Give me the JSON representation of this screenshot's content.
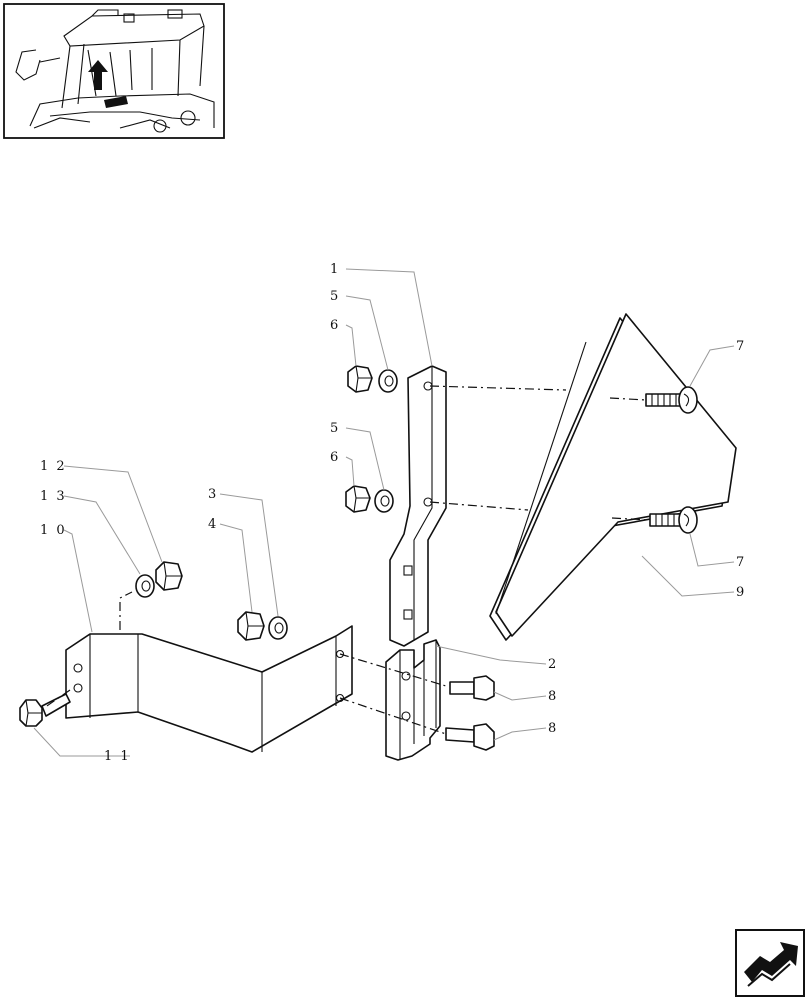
{
  "callouts": [
    {
      "id": "c1",
      "text": "1"
    },
    {
      "id": "c5a",
      "text": "5"
    },
    {
      "id": "c6a",
      "text": "6"
    },
    {
      "id": "c5b",
      "text": "5"
    },
    {
      "id": "c6b",
      "text": "6"
    },
    {
      "id": "c7a",
      "text": "7"
    },
    {
      "id": "c7b",
      "text": "7"
    },
    {
      "id": "c9",
      "text": "9"
    },
    {
      "id": "c12",
      "text": "1 2"
    },
    {
      "id": "c13",
      "text": "1 3"
    },
    {
      "id": "c10",
      "text": "1 0"
    },
    {
      "id": "c3",
      "text": "3"
    },
    {
      "id": "c4",
      "text": "4"
    },
    {
      "id": "c2",
      "text": "2"
    },
    {
      "id": "c8a",
      "text": "8"
    },
    {
      "id": "c8b",
      "text": "8"
    },
    {
      "id": "c11",
      "text": "1 1"
    }
  ],
  "icons": {
    "thumbnail": "tractor-cab-location-thumbnail",
    "nav": "next-page-arrow-icon"
  }
}
